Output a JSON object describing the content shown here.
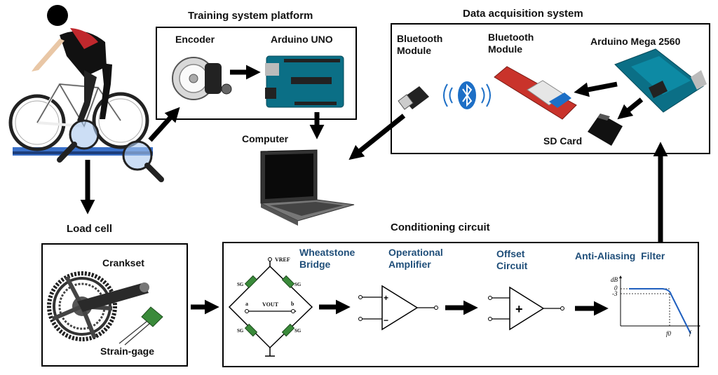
{
  "titles": {
    "training": "Training system platform",
    "daq": "Data acquisition system",
    "conditioning": "Conditioning circuit",
    "load_cell": "Load cell"
  },
  "labels": {
    "encoder": "Encoder",
    "arduino_uno": "Arduino UNO",
    "computer": "Computer",
    "bt_module_1": "Bluetooth Module",
    "bt_module_2": "Bluetooth Module",
    "arduino_mega": "Arduino Mega 2560",
    "sd_card": "SD Card",
    "crankset": "Crankset",
    "strain_gage": "Strain-gage",
    "wheatstone": "Wheatstone Bridge",
    "op_amp": "Operational Amplifier",
    "offset": "Offset Circuit",
    "anti_aliasing": "Anti-Aliasing  Filter"
  },
  "bridge": {
    "vref": "VREF",
    "vout": "VOUT",
    "node_a": "a",
    "node_b": "b",
    "sg": "SG"
  },
  "filter_plot": {
    "y_unit": "dB",
    "y_ticks": [
      "0",
      "-3"
    ],
    "x_cutoff": "f0",
    "x_axis": "f"
  },
  "amp_signs": {
    "plus": "+",
    "minus": "−",
    "offset_plus": "+"
  },
  "colors": {
    "sensor_green": "#3a8a3a",
    "arduino_blue": "#0b6f86",
    "bt_red": "#c9332b",
    "filter_line": "#1f5fbf",
    "lens_blue": "#aac8ee",
    "jersey_red": "#c0282d"
  }
}
